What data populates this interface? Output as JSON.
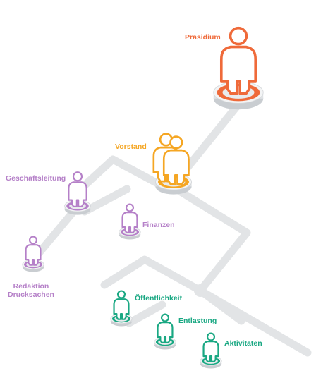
{
  "colors": {
    "orange_red": "#ef6a3a",
    "orange": "#f5a623",
    "purple": "#b580c8",
    "green": "#1aa883",
    "connector": "#e2e4e6"
  },
  "nodes": [
    {
      "id": "praesidium",
      "label": "Präsidium",
      "color": "orange_red",
      "icon": "person-icon"
    },
    {
      "id": "vorstand",
      "label": "Vorstand",
      "color": "orange",
      "icon": "two-persons-icon"
    },
    {
      "id": "geschaeftsleitung",
      "label": "Geschäftsleitung",
      "color": "purple",
      "icon": "person-icon"
    },
    {
      "id": "finanzen",
      "label": "Finanzen",
      "color": "purple",
      "icon": "person-icon"
    },
    {
      "id": "redaktion",
      "label": "Redaktion\nDrucksachen",
      "color": "purple",
      "icon": "person-icon"
    },
    {
      "id": "oeffentlichkeit",
      "label": "Öffentlichkeit",
      "color": "green",
      "icon": "person-icon"
    },
    {
      "id": "entlastung",
      "label": "Entlastung",
      "color": "green",
      "icon": "person-icon"
    },
    {
      "id": "aktivitaeten",
      "label": "Aktivitäten",
      "color": "green",
      "icon": "person-icon"
    }
  ]
}
